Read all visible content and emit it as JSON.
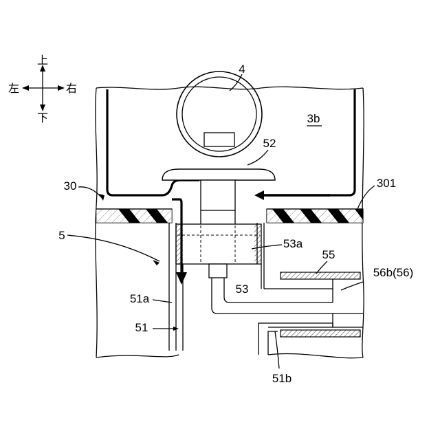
{
  "compass": {
    "up": "上",
    "down": "下",
    "left": "左",
    "right": "右"
  },
  "labels": {
    "l4": "4",
    "l3b": "3b",
    "l52": "52",
    "l30": "30",
    "l301": "301",
    "l5": "5",
    "l53a": "53a",
    "l55": "55",
    "l53": "53",
    "l56b": "56b(56)",
    "l51a": "51a",
    "l51": "51",
    "l51b": "51b"
  }
}
